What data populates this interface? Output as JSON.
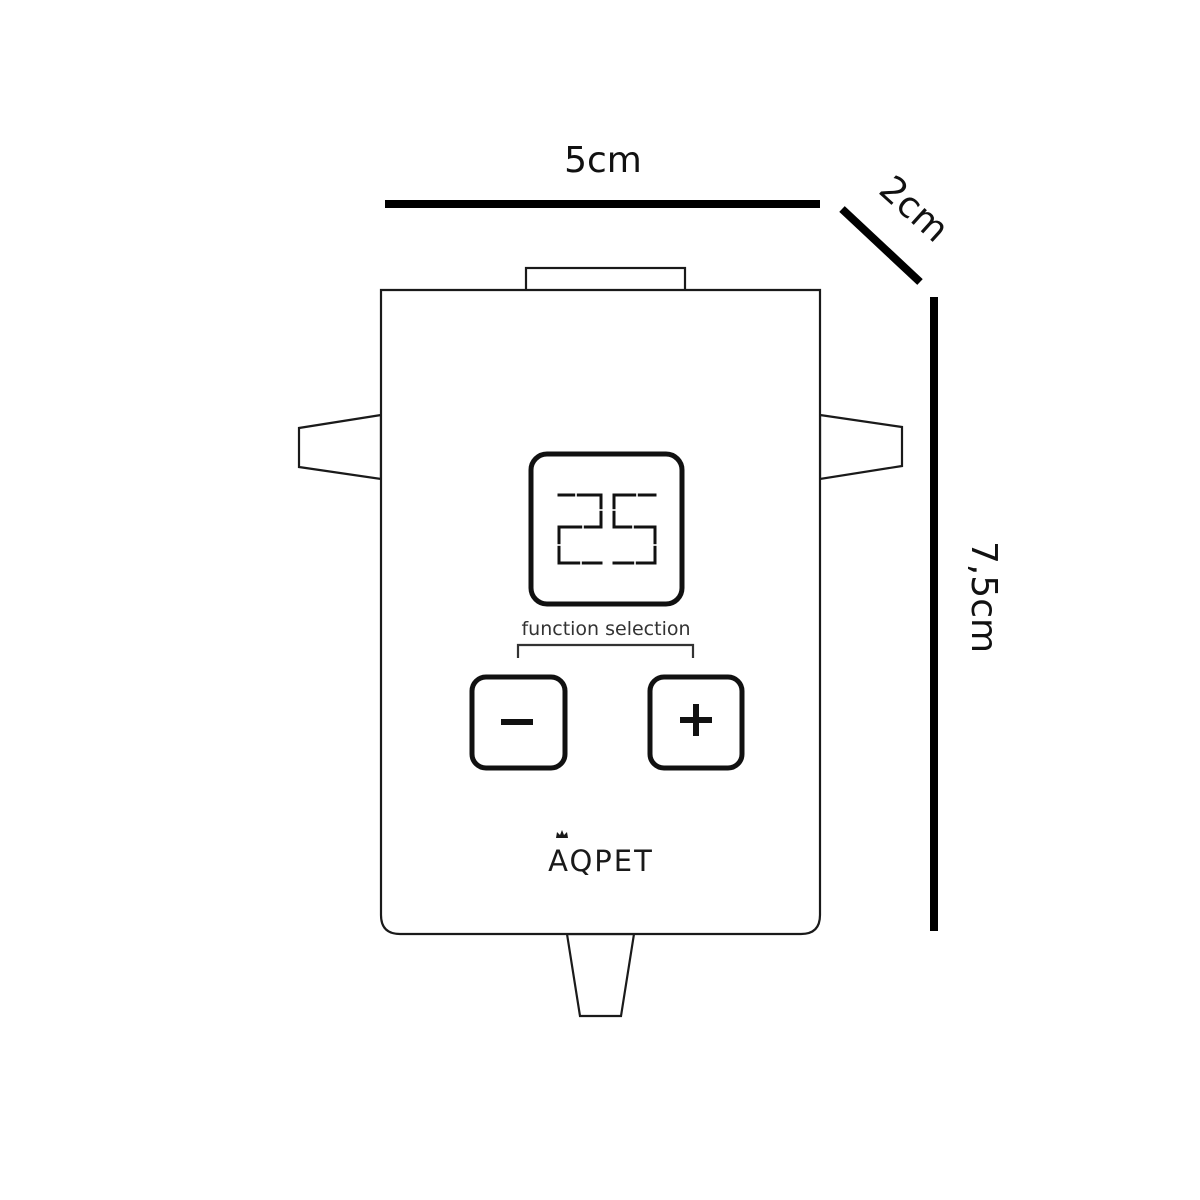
{
  "dimensions": {
    "width_label": "5cm",
    "depth_label": "2cm",
    "height_label": "7,5cm"
  },
  "device": {
    "display_value": "25",
    "function_label": "function selection",
    "minus_button": {
      "label": "minus",
      "icon": "minus-icon"
    },
    "plus_button": {
      "label": "plus",
      "icon": "plus-icon"
    },
    "brand": "AQPET",
    "brand_crown_icon": "crown-icon"
  },
  "colors": {
    "ink": "#111111",
    "background": "#ffffff"
  }
}
